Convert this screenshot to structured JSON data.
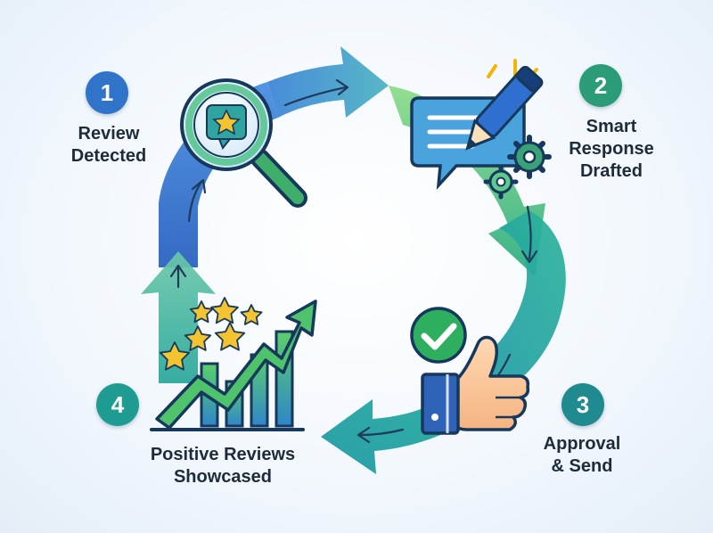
{
  "steps": [
    {
      "number": "1",
      "line1": "Review",
      "line2": "Detected",
      "line3": "",
      "color": "#2f74c9"
    },
    {
      "number": "2",
      "line1": "Smart",
      "line2": "Response",
      "line3": "Drafted",
      "color": "#2a9d78"
    },
    {
      "number": "3",
      "line1": "Approval",
      "line2": "& Send",
      "line3": "",
      "color": "#1f8a8f"
    },
    {
      "number": "4",
      "line1": "Positive Reviews",
      "line2": "Showcased",
      "line3": "",
      "color": "#1f9c92"
    }
  ],
  "colors": {
    "blue": "#3b7fd6",
    "green": "#55c08a",
    "teal": "#22a3a0",
    "star": "#f4c430",
    "outline": "#16385c",
    "check": "#2eae5f"
  },
  "icons": [
    "magnifier-star-icon",
    "chat-pen-gear-icon",
    "thumbs-up-check-icon",
    "growth-chart-stars-icon"
  ]
}
